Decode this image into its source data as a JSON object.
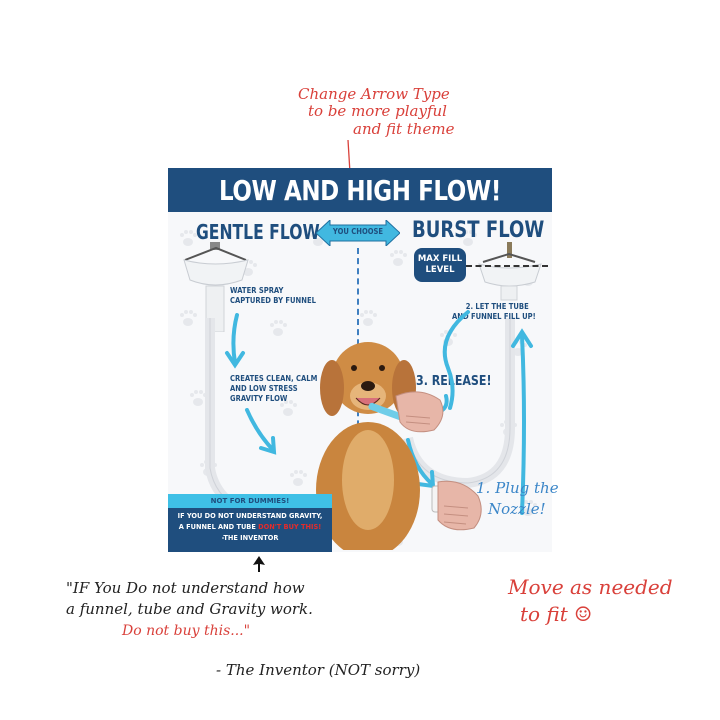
{
  "annotations": {
    "top_note": [
      "Change Arrow Type",
      "to be more playful",
      "and fit theme"
    ],
    "quote_lines": [
      "\"IF You Do not understand how",
      "a funnel, tube and Gravity work."
    ],
    "quote_red": "Do not buy this...\"",
    "quote_author": "- The Inventor  (NOT sorry)",
    "move_note": [
      "Move as needed",
      "to fit ☺"
    ],
    "plug_note": [
      "1. Plug the",
      "Nozzle!"
    ]
  },
  "infographic": {
    "title": "LOW AND HIGH FLOW!",
    "left_title": "GENTLE FLOW",
    "right_title": "BURST FLOW",
    "choose_label": "YOU CHOOSE",
    "max_fill": [
      "MAX FILL",
      "LEVEL"
    ],
    "left_steps": [
      [
        "WATER SPRAY",
        "CAPTURED BY FUNNEL"
      ],
      [
        "CREATES CLEAN, CALM",
        "AND LOW STRESS",
        "GRAVITY FLOW"
      ]
    ],
    "right_steps": {
      "step2": [
        "2. LET THE TUBE",
        "AND FUNNEL FILL UP!"
      ],
      "step3": "3. RELEASE!"
    },
    "warning": {
      "header": "NOT FOR DUMMIES!",
      "line1": "IF YOU DO NOT UNDERSTAND GRAVITY,",
      "line2_prefix": "A FUNNEL AND TUBE",
      "line2_highlight": "DON'T BUY THIS!",
      "line3": "-THE INVENTOR"
    },
    "colors": {
      "navy": "#1f4e7e",
      "cyan": "#3fc0e6",
      "arrow_blue": "#41b8e0",
      "warning_red": "#e32b2b",
      "dog_fur": "#c9853e"
    }
  }
}
